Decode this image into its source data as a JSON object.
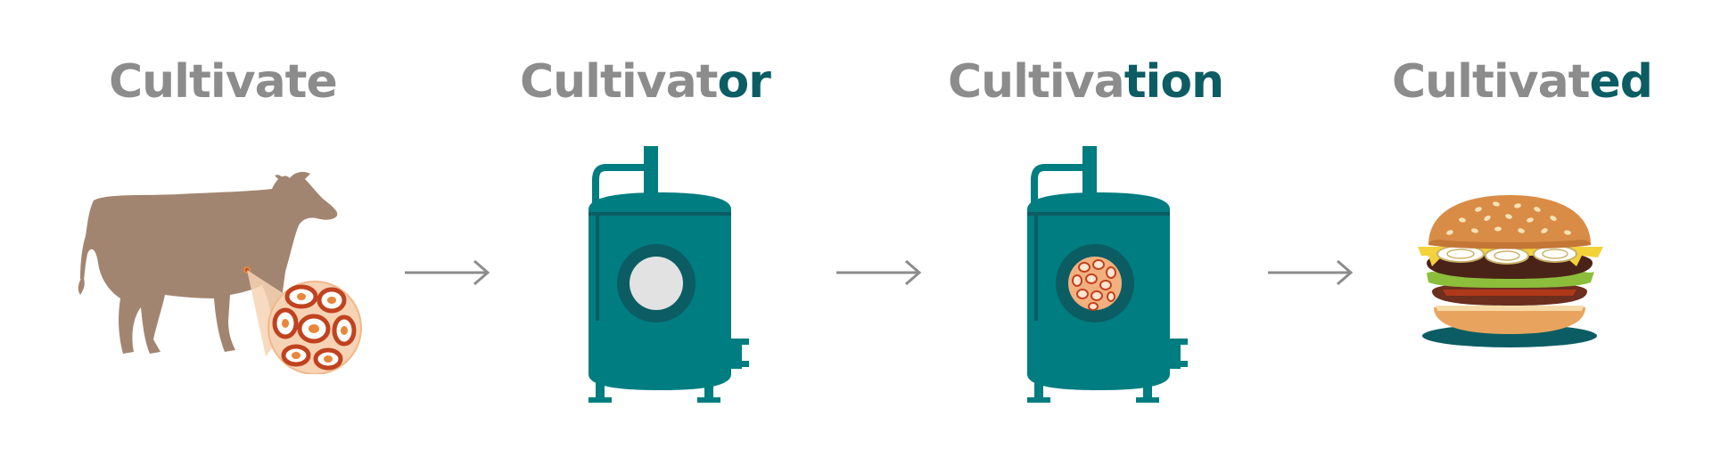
{
  "steps": [
    {
      "base": "Cultivat",
      "suffix": "e",
      "full_color": true
    },
    {
      "base": "Cultivat",
      "suffix": "or"
    },
    {
      "base": "Cultiva",
      "suffix": "tion"
    },
    {
      "base": "Cultivat",
      "suffix": "ed"
    }
  ],
  "colors": {
    "title_gray": "#8c8c8c",
    "accent_teal": "#0b5d63",
    "tank_teal": "#007d80",
    "cow_brown": "#a28570",
    "cell_orange": "#e8873a",
    "arrow_gray": "#8c8c8c"
  },
  "icons": [
    "cow-with-cell-magnifier-icon",
    "empty-bioreactor-icon",
    "bioreactor-with-cells-icon",
    "burger-icon"
  ]
}
